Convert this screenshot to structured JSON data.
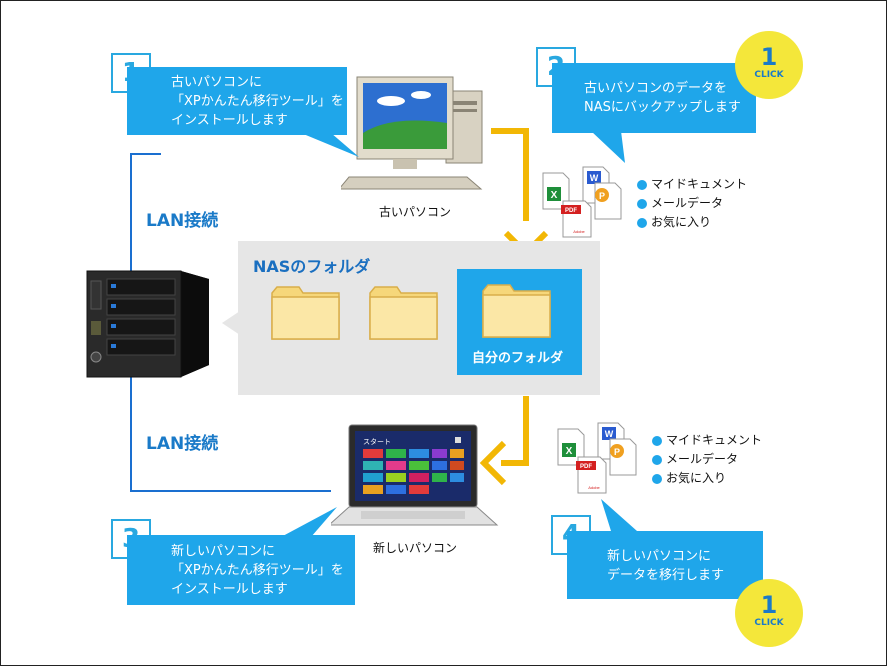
{
  "steps": [
    {
      "number": "1",
      "lines": [
        "古いパソコンに",
        "「XPかんたん移行ツール」を",
        "インストールします"
      ]
    },
    {
      "number": "2",
      "lines": [
        "古いパソコンのデータを",
        "NASにバックアップします"
      ]
    },
    {
      "number": "3",
      "lines": [
        "新しいパソコンに",
        "「XPかんたん移行ツール」を",
        "インストールします"
      ]
    },
    {
      "number": "4",
      "lines": [
        "新しいパソコンに",
        "データを移行します"
      ]
    }
  ],
  "badge": {
    "number": "1",
    "label": "CLICK"
  },
  "lan_label": "LAN接続",
  "old_pc_caption": "古いパソコン",
  "new_pc_caption": "新しいパソコン",
  "nas": {
    "title": "NASのフォルダ",
    "my_folder": "自分のフォルダ"
  },
  "data_items": [
    "マイドキュメント",
    "メールデータ",
    "お気に入り"
  ],
  "screen_text": "スタート",
  "file_icons": {
    "excel": "X",
    "word": "W",
    "ppt": "P",
    "pdf": "PDF",
    "adobe": "Adobe"
  },
  "colors": {
    "blue": "#1fa6ea",
    "step_border": "#29a8e0",
    "lan_line": "#1a6fd0",
    "arrow": "#f2b705",
    "badge": "#f4e73a",
    "nas_panel": "#e6e6e6",
    "folder": "#f6d77a"
  }
}
